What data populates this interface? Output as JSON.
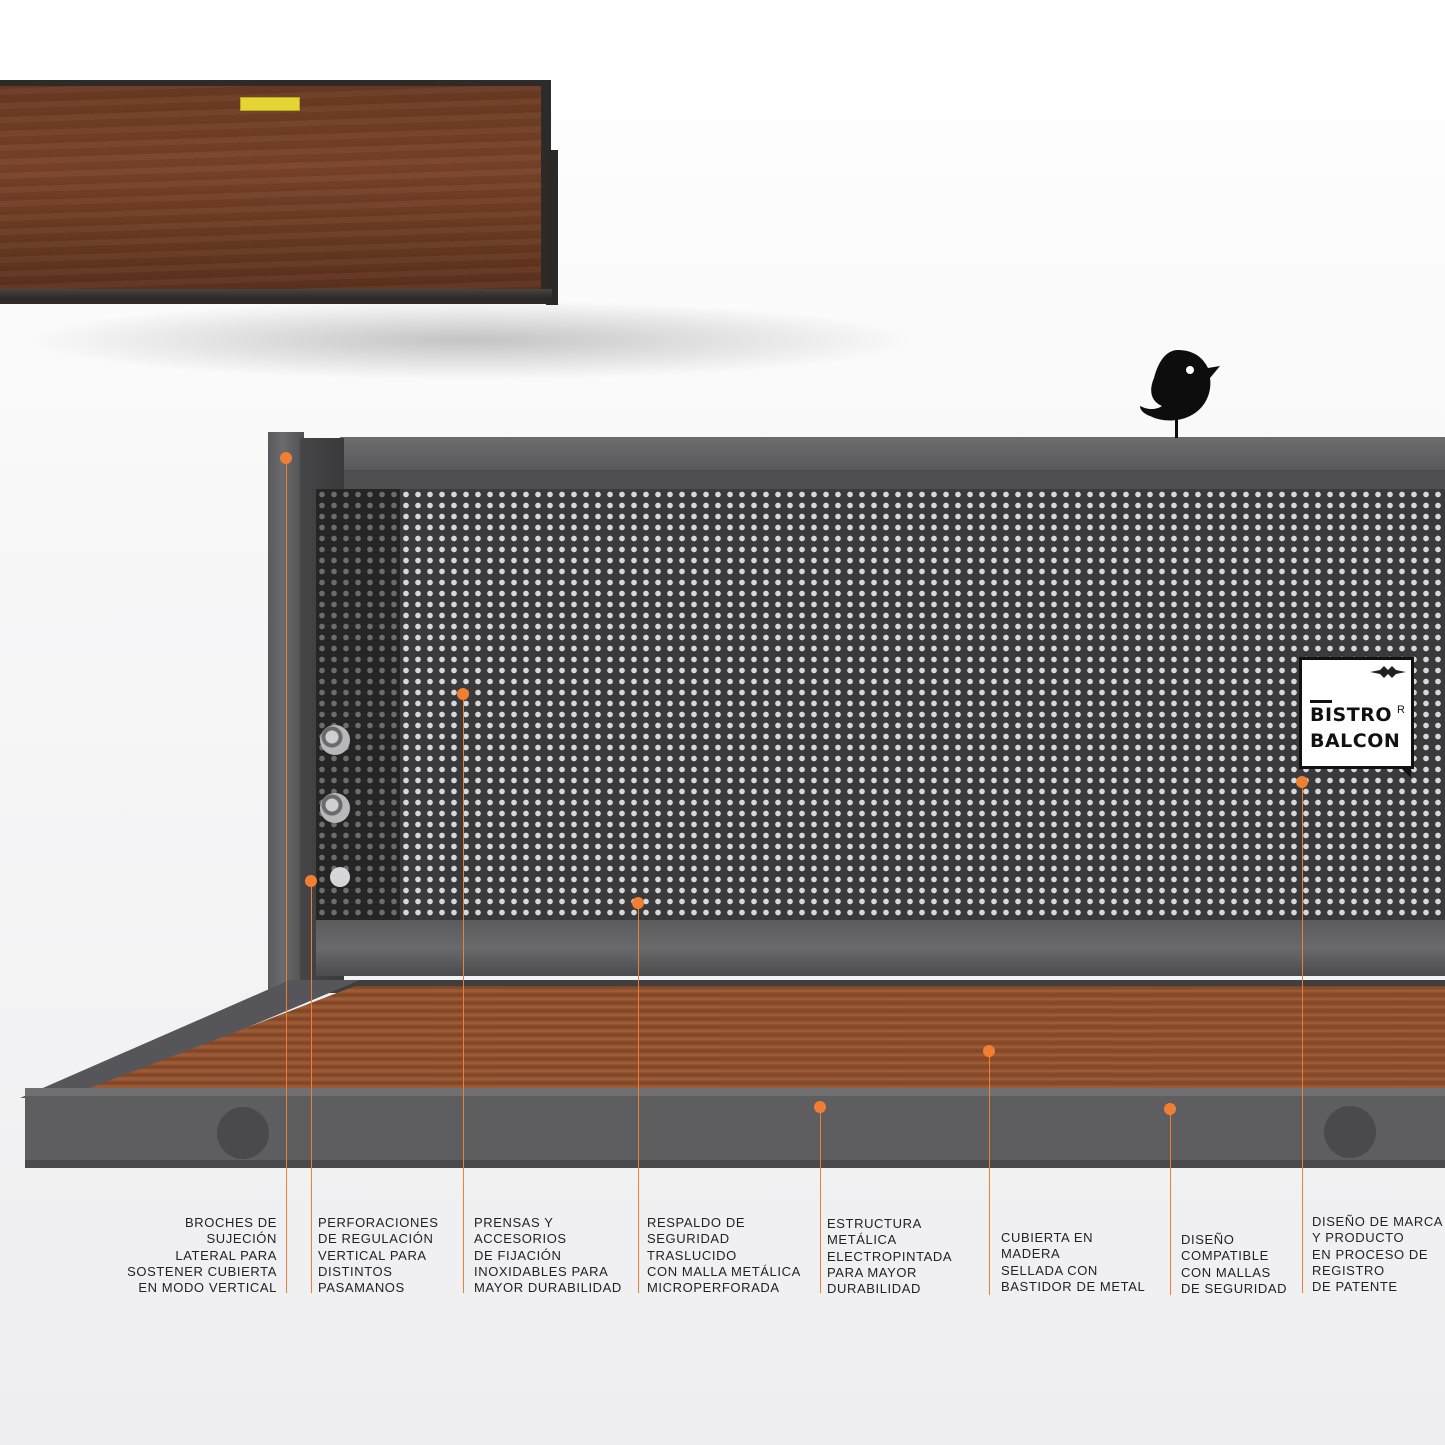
{
  "brand": {
    "line1": "BISTRO",
    "line2": "BALCON",
    "registered": "R"
  },
  "colors": {
    "accent": "#f07f33",
    "metal": "#5f5f61",
    "wood": "#8b4c2b"
  },
  "icons": {
    "bird": "bird-silhouette",
    "emblem": "crown-emblem"
  },
  "callouts": [
    {
      "id": "broches",
      "lines": [
        "BROCHES DE",
        "SUJECIÓN",
        "LATERAL PARA",
        "SOSTENER CUBIERTA",
        "EN MODO VERTICAL"
      ]
    },
    {
      "id": "perforaciones",
      "lines": [
        "PERFORACIONES",
        "DE REGULACIÓN",
        "VERTICAL PARA",
        "DISTINTOS",
        "PASAMANOS"
      ]
    },
    {
      "id": "prensas",
      "lines": [
        "PRENSAS Y",
        "ACCESORIOS",
        "DE FIJACIÓN",
        "INOXIDABLES PARA",
        "MAYOR DURABILIDAD"
      ]
    },
    {
      "id": "respaldo",
      "lines": [
        "RESPALDO DE",
        "SEGURIDAD",
        "TRASLUCIDO",
        "CON MALLA METÁLICA",
        "MICROPERFORADA"
      ]
    },
    {
      "id": "estructura",
      "lines": [
        "ESTRUCTURA",
        "METÁLICA",
        "ELECTROPINTADA",
        "PARA MAYOR",
        "DURABILIDAD"
      ]
    },
    {
      "id": "cubierta",
      "lines": [
        "CUBIERTA EN",
        "MADERA",
        "SELLADA CON",
        "BASTIDOR DE METAL"
      ]
    },
    {
      "id": "diseno-compatible",
      "lines": [
        "DISEÑO",
        "COMPATIBLE",
        "CON MALLAS",
        "DE SEGURIDAD"
      ]
    },
    {
      "id": "diseno-marca",
      "lines": [
        "DISEÑO DE MARCA",
        "Y PRODUCTO",
        "EN PROCESO DE",
        "REGISTRO",
        "DE PATENTE"
      ]
    }
  ]
}
